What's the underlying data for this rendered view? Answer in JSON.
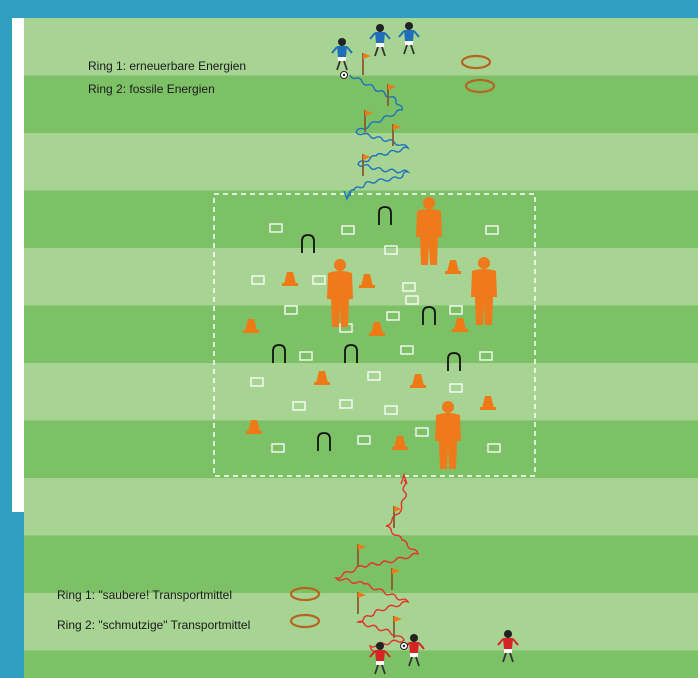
{
  "colors": {
    "frame": "#2f9fc0",
    "grass_light": "#a7d493",
    "grass_dark": "#7dc167",
    "cone": "#ee7a16",
    "dummy": "#ef7a1c",
    "ring": "#b5651d",
    "blue_path": "#1e73be",
    "red_path": "#e5312b",
    "team_blue": "#1e6fb8",
    "team_red": "#d62424",
    "zone_border": "#ffffff",
    "arch": "#111111"
  },
  "labels": {
    "top_ring1": "Ring 1: erneuerbare Energien",
    "top_ring2": "Ring 2: fossile Energien",
    "bottom_ring1": "Ring 1: \"saubere! Transportmittel",
    "bottom_ring2": "Ring 2: \"schmutzige\" Transportmittel"
  },
  "icons": {
    "player": "player-icon",
    "cone": "cone-icon",
    "flag": "flag-pole-icon",
    "dummy": "mannequin-icon",
    "arch": "mini-goal-icon",
    "ring": "ring-icon",
    "ball": "ball-icon",
    "marker": "square-marker-icon"
  }
}
